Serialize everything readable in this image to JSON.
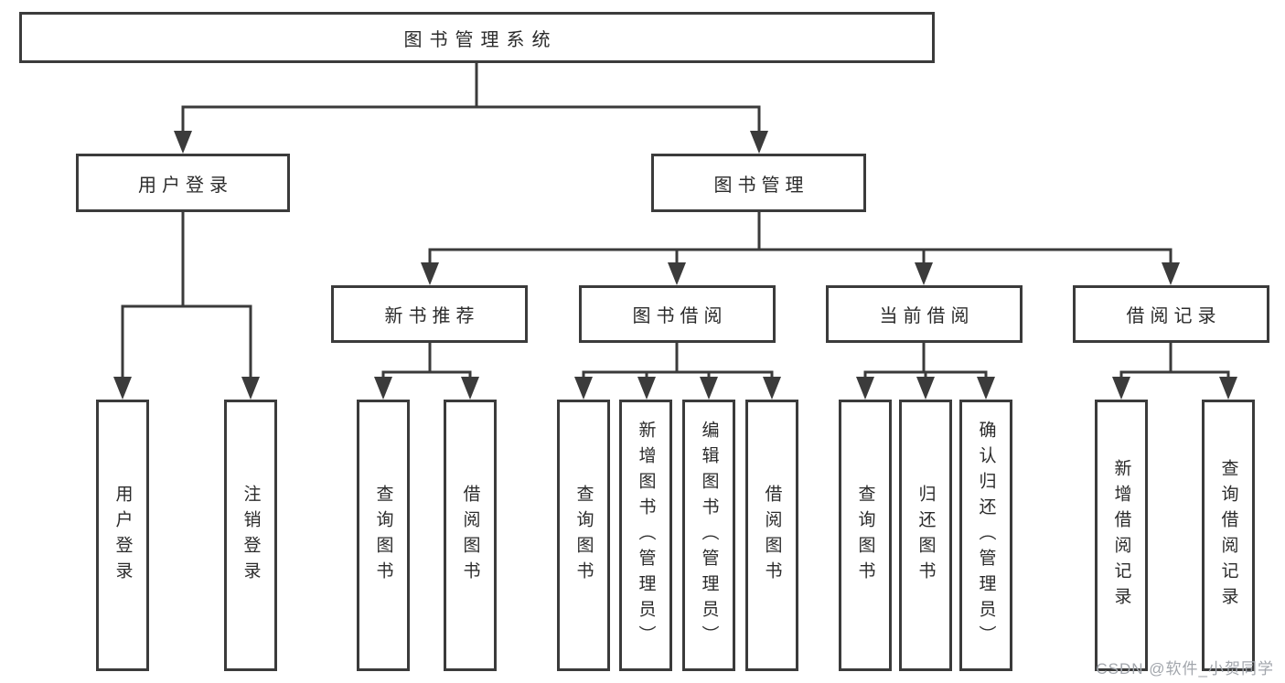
{
  "colors": {
    "line": "#3b3b3b",
    "text": "#2b2b2b",
    "watermark": "#a2a6ac",
    "background": "#ffffff"
  },
  "tree": {
    "root": "图书管理系统",
    "branches": [
      {
        "label": "用户登录",
        "children": [
          "用户登录",
          "注销登录"
        ]
      },
      {
        "label": "图书管理",
        "children": [
          {
            "label": "新书推荐",
            "children": [
              "查询图书",
              "借阅图书"
            ]
          },
          {
            "label": "图书借阅",
            "children": [
              "查询图书",
              "新增图书（管理员）",
              "编辑图书（管理员）",
              "借阅图书"
            ]
          },
          {
            "label": "当前借阅",
            "children": [
              "查询图书",
              "归还图书",
              "确认归还（管理员）"
            ]
          },
          {
            "label": "借阅记录",
            "children": [
              "新增借阅记录",
              "查询借阅记录"
            ]
          }
        ]
      }
    ]
  },
  "watermark": {
    "text": "CSDN @软件_小贺同学"
  }
}
